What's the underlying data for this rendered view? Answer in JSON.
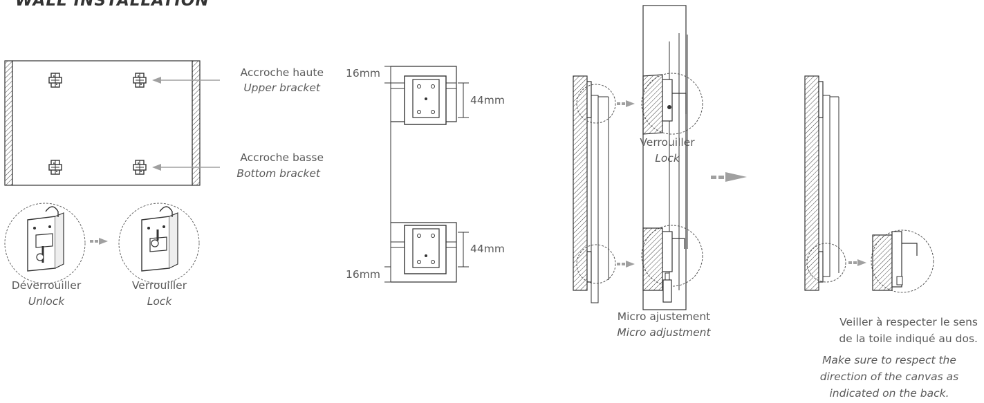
{
  "title": "WALL INSTALLATION",
  "colors": {
    "line": "#3d3d3d",
    "arrow": "#a0a0a0",
    "text": "#5a5a5a",
    "title": "#333333"
  },
  "panel1": {
    "upper_fr": "Accroche haute",
    "upper_en": "Upper bracket",
    "bottom_fr": "Accroche basse",
    "bottom_en": "Bottom bracket",
    "unlock_fr": "Déverrouiller",
    "unlock_en": "Unlock",
    "lock_fr": "Verrouiller",
    "lock_en": "Lock"
  },
  "panel2": {
    "dim_top_offset": "16mm",
    "dim_top_height": "44mm",
    "dim_bottom_height": "44mm",
    "dim_bottom_offset": "16mm"
  },
  "panel3": {
    "lock_fr": "Verrouiller",
    "lock_en": "Lock",
    "micro_fr": "Micro ajustement",
    "micro_en": "Micro adjustment"
  },
  "panel4": {
    "note_fr_1": "Veiller à respecter le sens",
    "note_fr_2": "de la toile indiqué au dos.",
    "note_en_1": "Make sure to respect the",
    "note_en_2": "direction of the canvas as",
    "note_en_3": "indicated on the back."
  }
}
